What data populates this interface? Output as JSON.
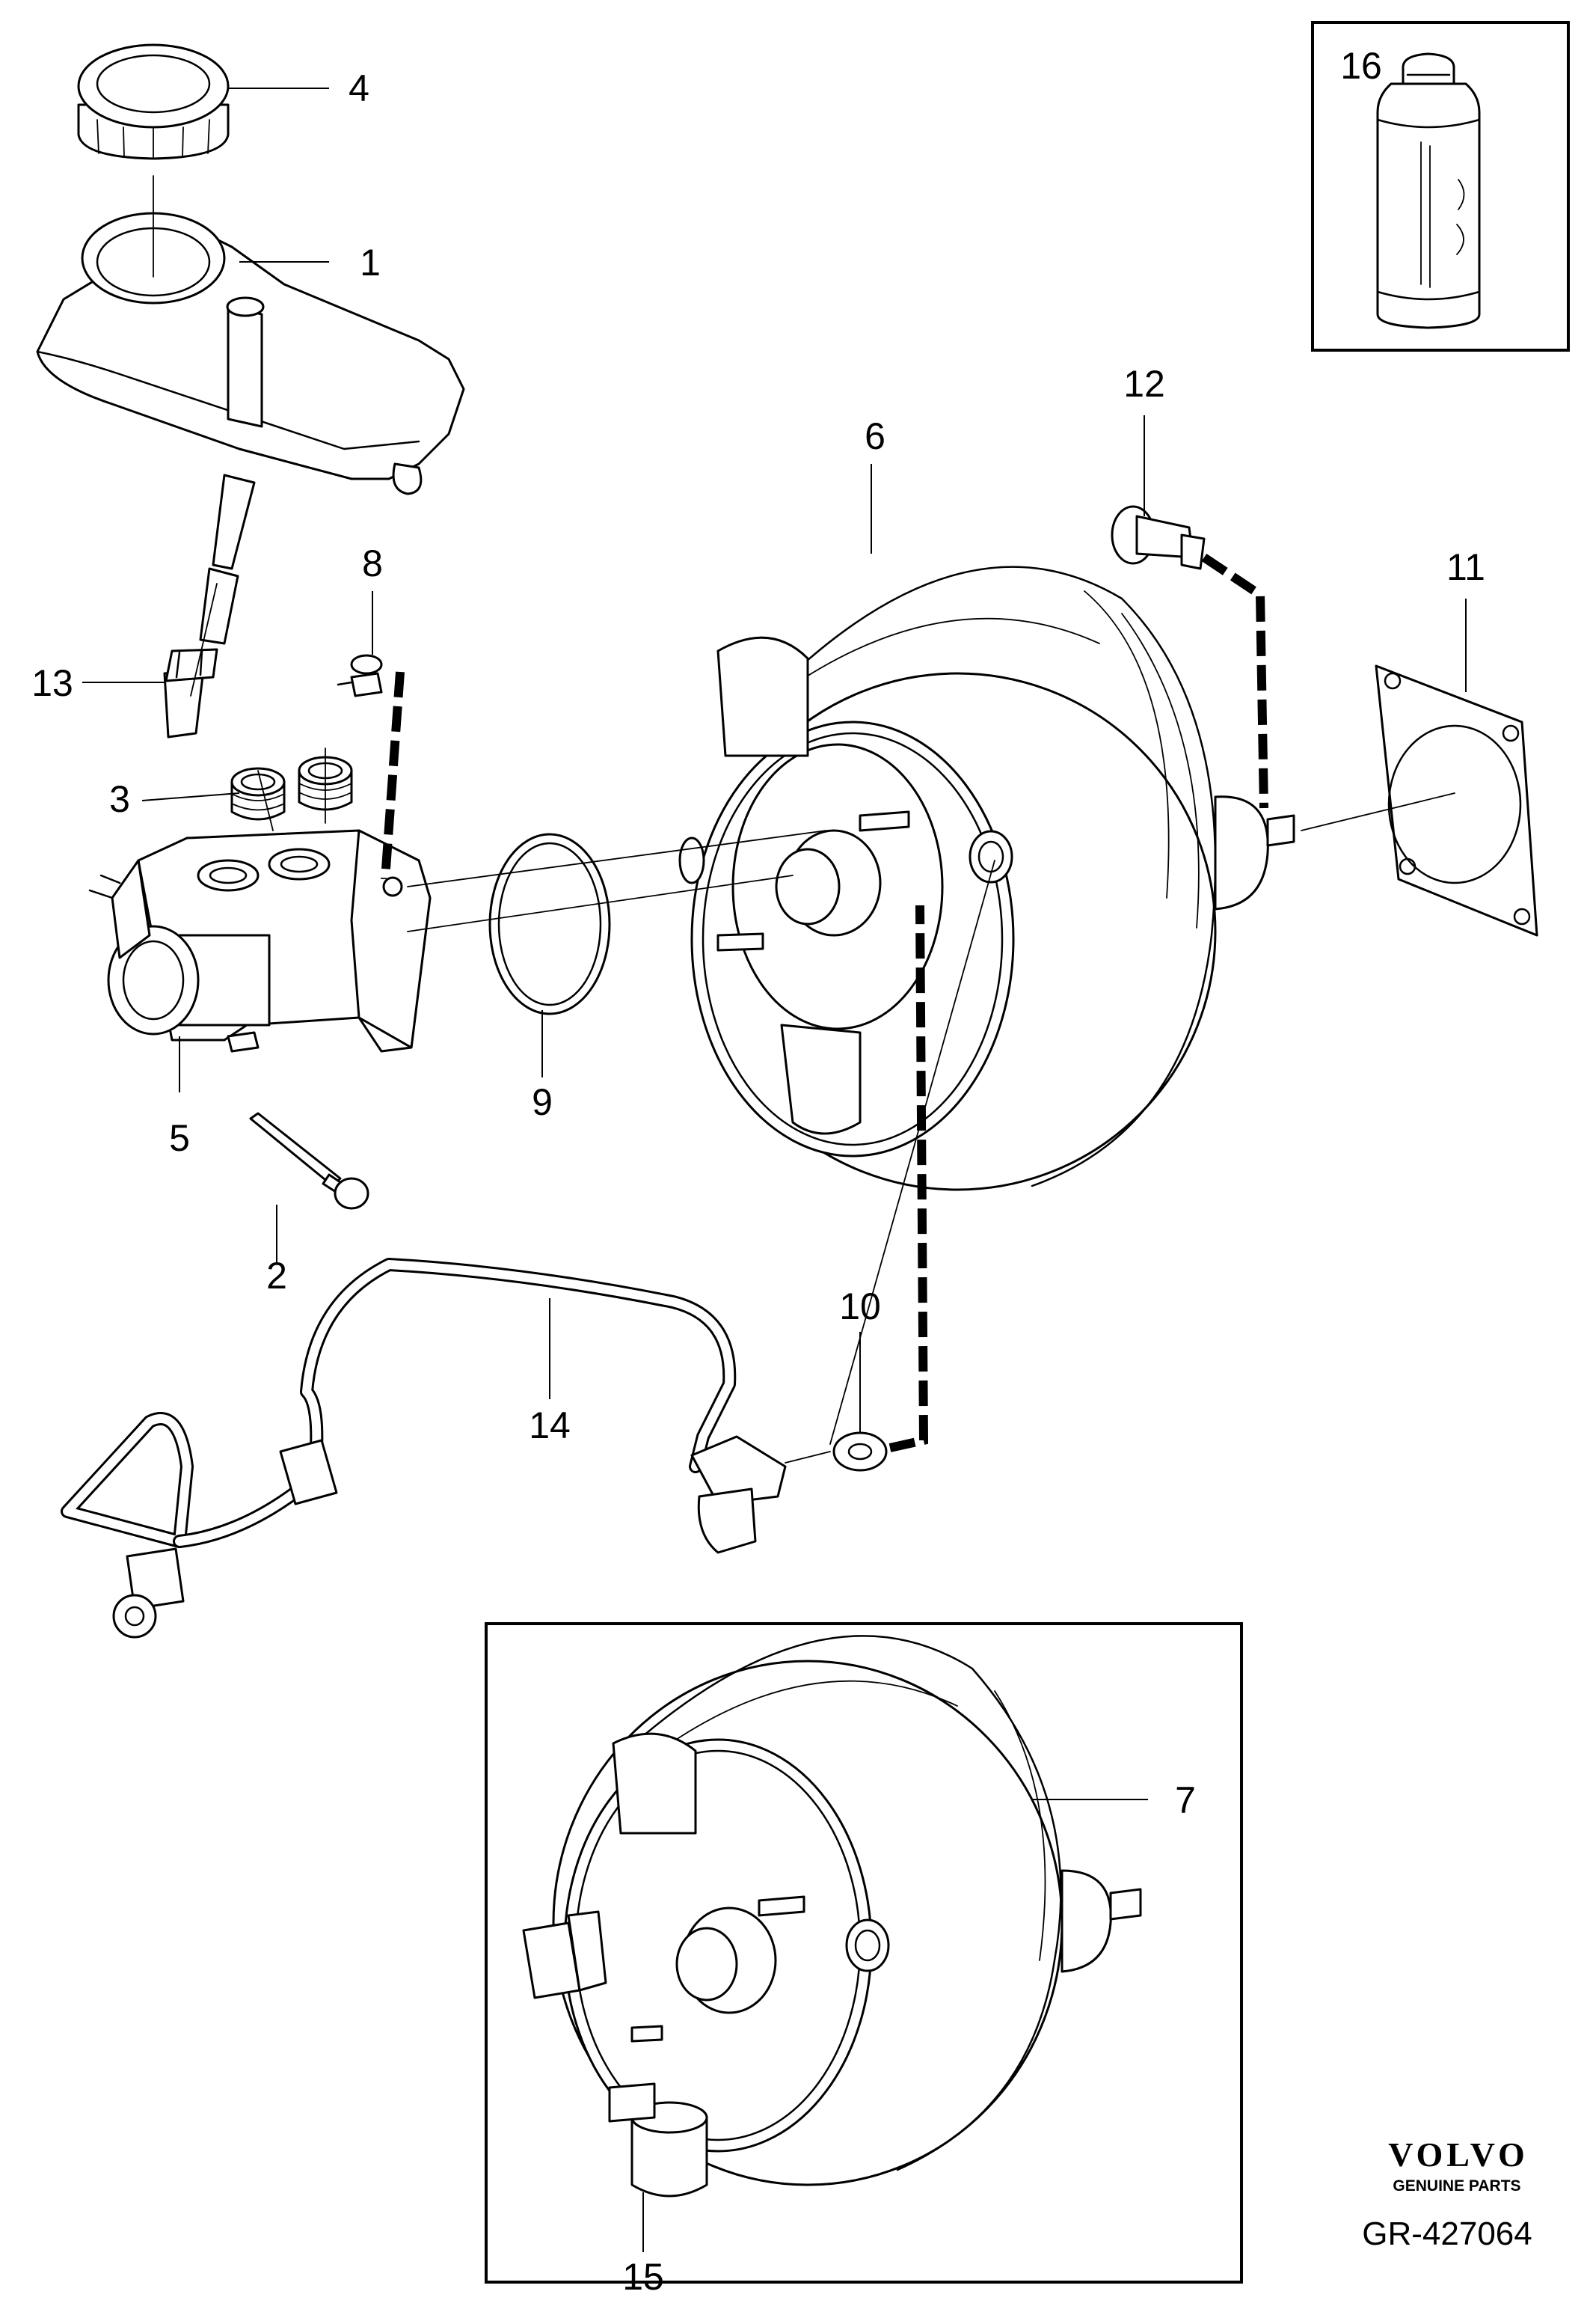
{
  "diagram": {
    "callouts": {
      "c1": "1",
      "c2": "2",
      "c3": "3",
      "c4": "4",
      "c5": "5",
      "c6": "6",
      "c7": "7",
      "c8": "8",
      "c9": "9",
      "c10": "10",
      "c11": "11",
      "c12": "12",
      "c13": "13",
      "c14": "14",
      "c15": "15",
      "c16": "16"
    },
    "brand": {
      "logo_text": "VOLVO",
      "tagline": "GENUINE PARTS"
    },
    "reference": "GR-427064"
  }
}
